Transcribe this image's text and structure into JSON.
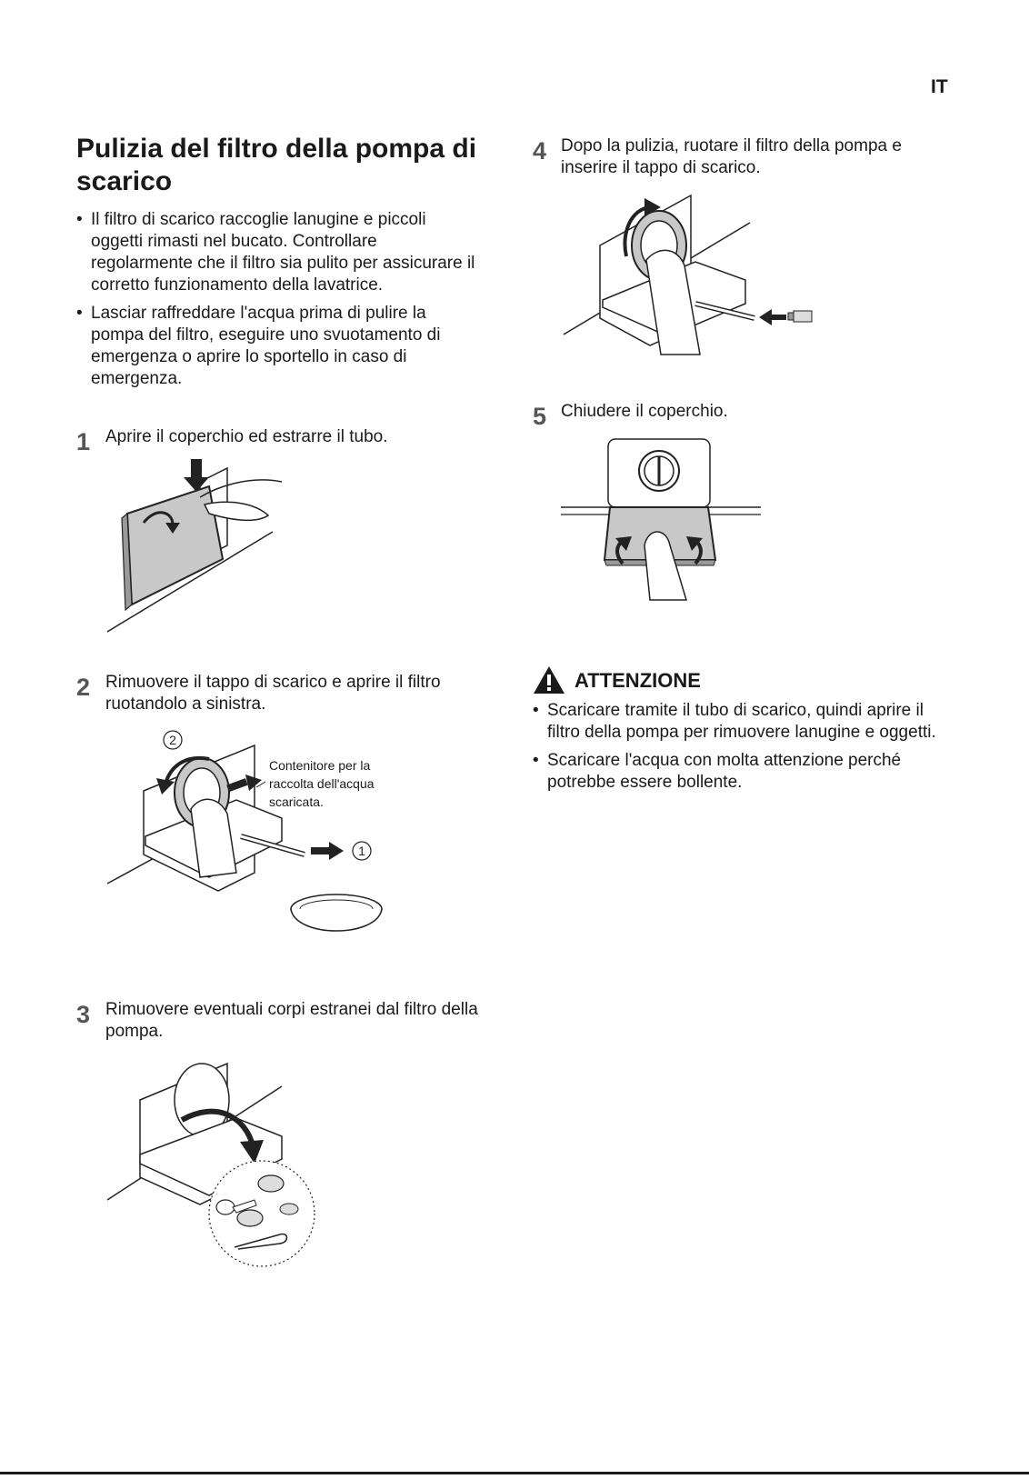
{
  "header": {
    "language": "IT"
  },
  "left": {
    "title": "Pulizia del filtro della pompa di scarico",
    "bullets": [
      "Il filtro di scarico raccoglie lanugine e piccoli oggetti rimasti nel bucato. Controllare regolarmente che il filtro sia pulito per assicurare il corretto funzionamento della lavatrice.",
      "Lasciar raffreddare l'acqua prima di pulire la pompa del filtro, eseguire uno svuotamento di emergenza o aprire lo sportello in caso di emergenza."
    ],
    "steps": [
      {
        "num": "1",
        "text": "Aprire il coperchio ed estrarre il tubo."
      },
      {
        "num": "2",
        "text": "Rimuovere il tappo di scarico e aprire il filtro ruotandolo a sinistra."
      },
      {
        "num": "3",
        "text": "Rimuovere eventuali corpi estranei dal filtro della pompa."
      }
    ],
    "step2_callout": "Contenitore per la raccolta dell'acqua scaricata.",
    "step2_markers": [
      "2",
      "1"
    ]
  },
  "right": {
    "steps": [
      {
        "num": "4",
        "text": "Dopo la pulizia, ruotare il filtro della pompa e inserire il tappo di scarico."
      },
      {
        "num": "5",
        "text": "Chiudere il coperchio."
      }
    ],
    "caution": {
      "title": "ATTENZIONE",
      "bullets": [
        "Scaricare tramite il tubo di scarico, quindi aprire il filtro della pompa per rimuovere lanugine e oggetti.",
        "Scaricare l'acqua con molta attenzione perché potrebbe essere bollente."
      ]
    }
  },
  "colors": {
    "text": "#1a1a1a",
    "step_number": "#555555",
    "illustration_fill": "#c8c8c8"
  }
}
